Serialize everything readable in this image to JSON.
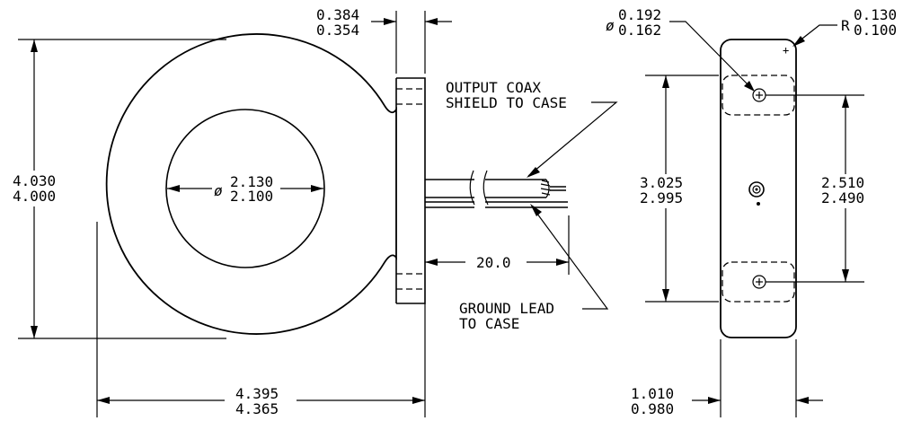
{
  "front_view": {
    "outer_height": {
      "upper": "4.030",
      "lower": "4.000"
    },
    "inner_diameter": {
      "symbol": "ø",
      "upper": "2.130",
      "lower": "2.100"
    },
    "overall_width": {
      "upper": "4.395",
      "lower": "4.365"
    },
    "slot_width": {
      "upper": "0.384",
      "lower": "0.354"
    },
    "lead_length": "20.0",
    "coax_note": {
      "line1": "OUTPUT COAX",
      "line2": "SHIELD TO CASE"
    },
    "ground_note": {
      "line1": "GROUND LEAD",
      "line2": "TO CASE"
    }
  },
  "side_view": {
    "hole_diameter": {
      "symbol": "ø",
      "upper": "0.192",
      "lower": "0.162"
    },
    "corner_radius": {
      "symbol": "R",
      "upper": "0.130",
      "lower": "0.100"
    },
    "outer_spacing": {
      "upper": "3.025",
      "lower": "2.995"
    },
    "hole_spacing": {
      "upper": "2.510",
      "lower": "2.490"
    },
    "width": {
      "upper": "1.010",
      "lower": "0.980"
    }
  }
}
